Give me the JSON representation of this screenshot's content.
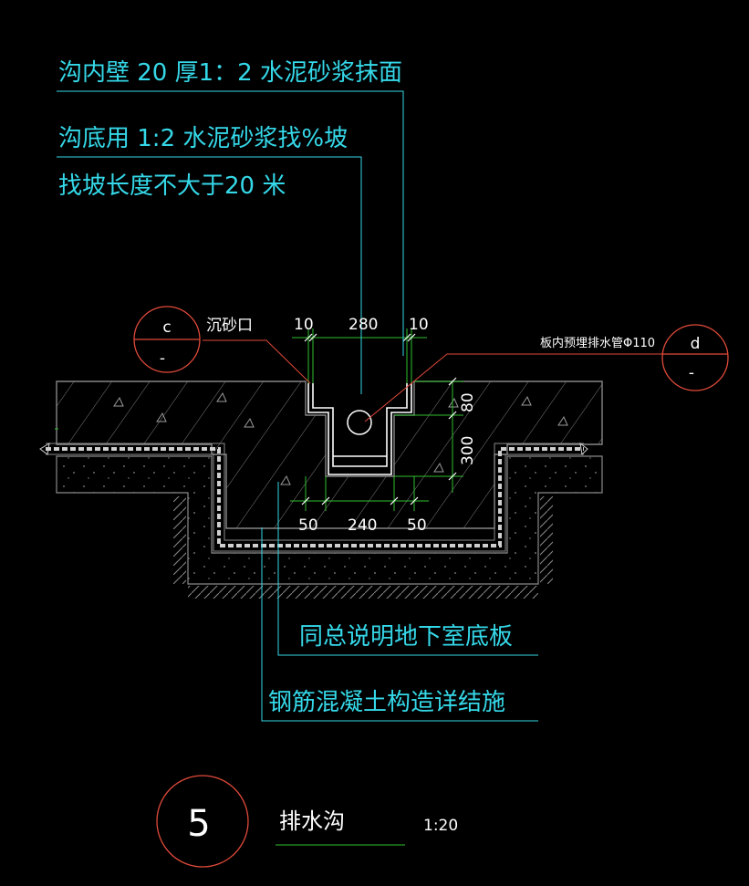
{
  "notes": {
    "wall_finish": "沟内壁 20 厚1：2 水泥砂浆抹面",
    "bottom_finish": "沟底用 1:2  水泥砂浆找%坡",
    "slope_length": "找坡长度不大于20 米",
    "slab_ref": "同总说明地下室底板",
    "rc_ref": "钢筋混凝土构造详结施"
  },
  "labels": {
    "sand_trap": "沉砂口",
    "pipe": "板内预埋排水管Φ110"
  },
  "dims_top": [
    "10",
    "280",
    "10"
  ],
  "dims_bottom": [
    "50",
    "240",
    "50"
  ],
  "dims_right": [
    "80",
    "300"
  ],
  "callouts": {
    "left": {
      "top": "c",
      "bottom": "-"
    },
    "right": {
      "top": "d",
      "bottom": "-"
    }
  },
  "title_block": {
    "number": "5",
    "name": "排水沟",
    "scale": "1:20"
  },
  "colors": {
    "leader_cyan": "#35d8e8",
    "dim_green": "#2fbf2f",
    "hatch": "#8a8a8a",
    "circle_red": "#e04a3a",
    "text_white": "#ffffff"
  }
}
